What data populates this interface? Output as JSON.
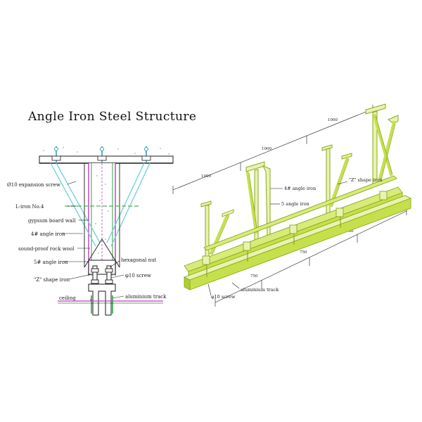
{
  "title": "Angle Iron Steel Structure",
  "colors": {
    "line": "#1a1a1a",
    "steel": "#c6e04c",
    "steel_dark": "#8aa820",
    "cyan": "#6ecfdc",
    "green": "#2fa34a",
    "magenta": "#c03ac0",
    "dashed_green": "#4caf50"
  },
  "section_labels": {
    "expansion_screw": "Ø10 expansion screw",
    "l_iron": "L-iron No.4",
    "gypsum": "gypsum board wall",
    "angle4": "4# angle iron",
    "rockwool": "sound-proof rock wool",
    "angle5": "5# angle iron",
    "hex_nut": "hexagonal nut",
    "z_iron": "\"Z\" shape iron",
    "screw10": "φ10 screw",
    "ceiling": "ceiling",
    "al_track": "aluminium track"
  },
  "iso_labels": {
    "angle4": "4# angle iron",
    "angle5": "5 angle iron",
    "z_iron": "\"Z\" shape iron",
    "al_track": "aluminium track",
    "screw10": "φ10 screw"
  },
  "dimensions": {
    "d1000a": "1000",
    "d1000b": "1000",
    "d1000c": "1000",
    "d750a": "750",
    "d750b": "750",
    "d750c": "750",
    "d750d": "750"
  }
}
